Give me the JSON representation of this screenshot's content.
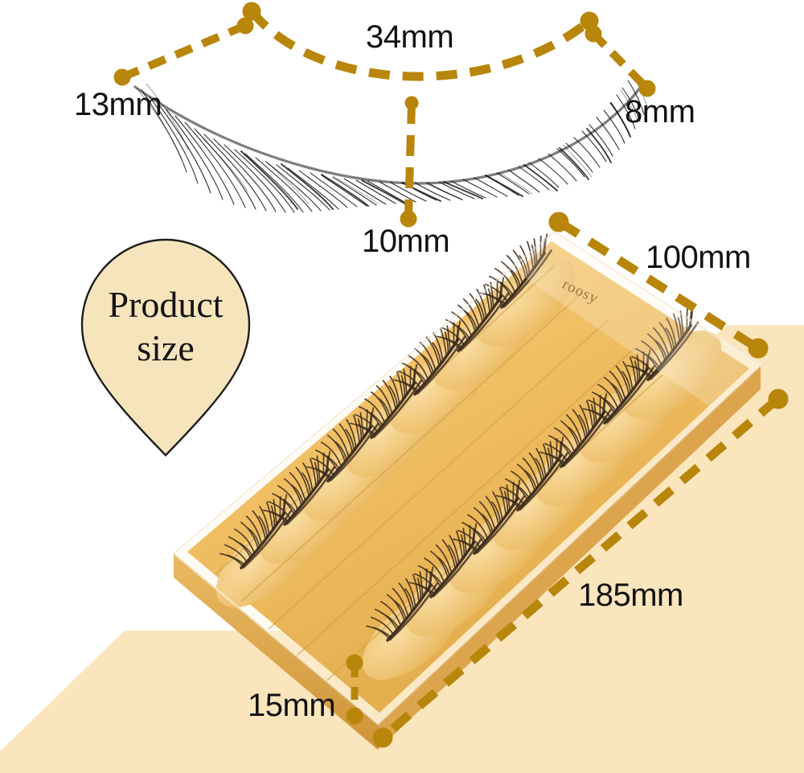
{
  "page": {
    "title": "Product size",
    "background_white": "#ffffff",
    "background_cream": "#fbe5bd",
    "accent_gold": "#b8860b",
    "accent_gold_dark": "#a2770c",
    "label_color": "#111111",
    "tray_gold": "#f0c067",
    "lash_color": "#3a2a1c"
  },
  "badge": {
    "name": "product-size-badge",
    "line1": "Product",
    "line2": "size",
    "fill": "#f6e5bc",
    "stroke": "#1d1d1d"
  },
  "brand": {
    "name": "roosy",
    "text": "roosy"
  },
  "single_lash": {
    "caption": "single false eyelash strip, top view",
    "measurements": [
      {
        "id": "width",
        "name": "measure-34mm",
        "label": "34mm",
        "value": 34,
        "unit": "mm",
        "style": "dashed-arc",
        "position": "above-center"
      },
      {
        "id": "inner-corner",
        "name": "measure-13mm",
        "label": "13mm",
        "value": 13,
        "unit": "mm",
        "style": "dashed-line",
        "position": "left"
      },
      {
        "id": "outer-corner",
        "name": "measure-8mm",
        "label": "8mm",
        "value": 8,
        "unit": "mm",
        "style": "dashed-line",
        "position": "right"
      },
      {
        "id": "length",
        "name": "measure-10mm",
        "label": "10mm",
        "value": 10,
        "unit": "mm",
        "style": "dashed-line",
        "position": "center-vertical"
      }
    ]
  },
  "tray": {
    "caption": "lash tray with 7 pairs in golden case",
    "pairs": 7,
    "measurements": [
      {
        "id": "width",
        "name": "measure-100mm",
        "label": "100mm",
        "value": 100,
        "unit": "mm",
        "style": "dashed-line",
        "position": "top-right"
      },
      {
        "id": "length",
        "name": "measure-185mm",
        "label": "185mm",
        "value": 185,
        "unit": "mm",
        "style": "dashed-line",
        "position": "bottom-right"
      },
      {
        "id": "thickness",
        "name": "measure-15mm",
        "label": "15mm",
        "value": 15,
        "unit": "mm",
        "style": "dashed-line",
        "position": "bottom-left"
      }
    ]
  },
  "chart_data": {
    "type": "table",
    "title": "Product size",
    "categories": [
      "Single lash width",
      "Single lash inner corner",
      "Single lash outer corner",
      "Single lash length",
      "Tray width",
      "Tray length",
      "Tray thickness"
    ],
    "values": [
      34,
      13,
      8,
      10,
      100,
      185,
      15
    ],
    "unit": "mm",
    "labels": [
      "34mm",
      "13mm",
      "8mm",
      "10mm",
      "100mm",
      "185mm",
      "15mm"
    ]
  }
}
